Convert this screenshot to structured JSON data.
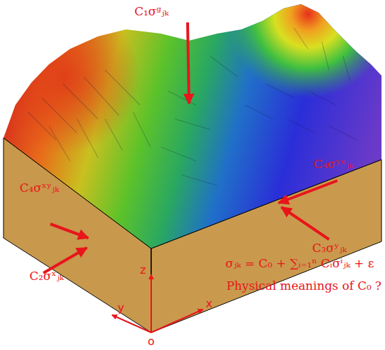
{
  "diagram": {
    "labels": [
      "C₁σᵍⱼₖ",
      "C₄σʸˣⱼₖ",
      "C₄σˣʸⱼₖ",
      "C₃σʸⱼₖ",
      "C₂σˣⱼₖ",
      "z",
      "y",
      "x",
      "o",
      "σⱼₖ = C₀ + ∑ᵢ₌₁ⁿ Cᵢσⁱⱼₖ + ε",
      "Physical meanings of C₀ ?"
    ]
  }
}
